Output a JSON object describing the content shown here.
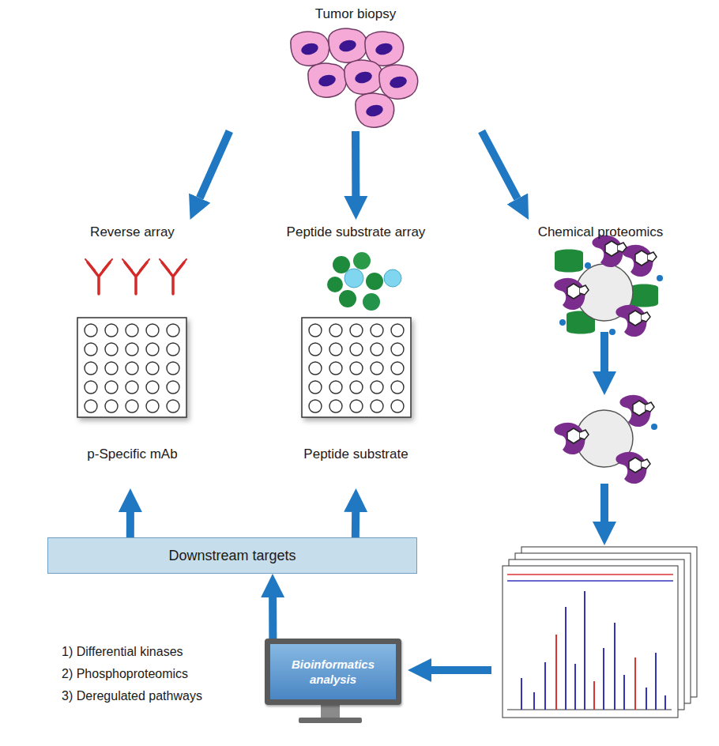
{
  "diagram": {
    "nodes": [
      {
        "text": [
          "Tumor biopsy"
        ]
      },
      {
        "text": [
          "Reverse array",
          "p-Specific mAb"
        ]
      },
      {
        "text": [
          "Peptide substrate array",
          "Peptide substrate"
        ]
      },
      {
        "text": [
          "Chemical proteomics"
        ]
      },
      {
        "text": [
          "Downstream targets"
        ]
      },
      {
        "text": [
          "Bioinformatics analysis"
        ]
      }
    ],
    "edges": [
      {
        "from": 0,
        "to": 1,
        "arrow": "to"
      },
      {
        "from": 0,
        "to": 2,
        "arrow": "to"
      },
      {
        "from": 0,
        "to": 3,
        "arrow": "to"
      },
      {
        "from": 4,
        "to": 1,
        "arrow": "to"
      },
      {
        "from": 4,
        "to": 2,
        "arrow": "to"
      },
      {
        "from": 5,
        "to": 4,
        "arrow": "to"
      }
    ],
    "labels": [
      "1) Differential kinases",
      "2) Phosphoproteomics",
      "3) Deregulated pathways"
    ]
  }
}
